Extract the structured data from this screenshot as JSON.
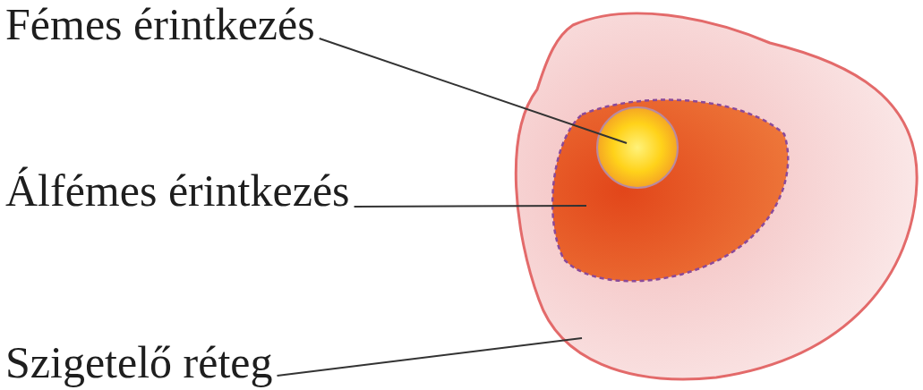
{
  "diagram": {
    "labels": [
      "Fémes érintkezés",
      "Álfémes érintkezés",
      "Szigetelő réteg"
    ]
  }
}
